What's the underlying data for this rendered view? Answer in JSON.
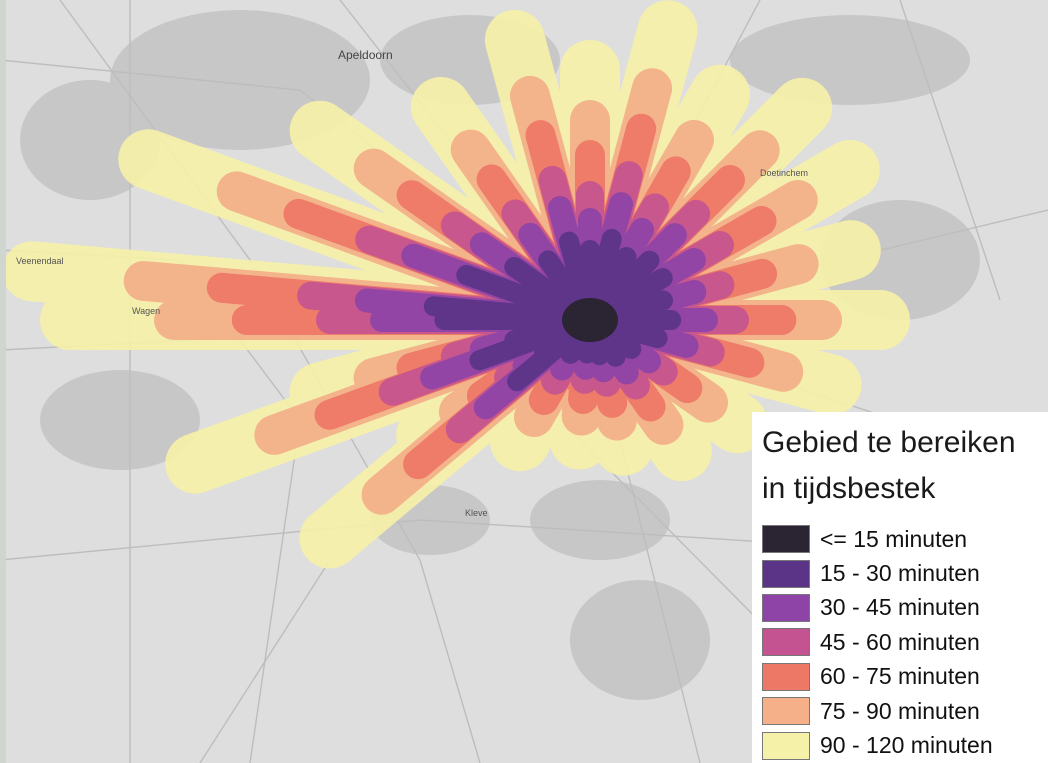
{
  "legend": {
    "title_line1": "Gebied te bereiken",
    "title_line2": "in tijdsbestek",
    "classes": [
      {
        "label": "<= 15 minuten",
        "color": "#2b2433"
      },
      {
        "label": "15 - 30 minuten",
        "color": "#5b3487"
      },
      {
        "label": "30 - 45 minuten",
        "color": "#8e44a6"
      },
      {
        "label": "45 - 60 minuten",
        "color": "#c45491"
      },
      {
        "label": "60 - 75 minuten",
        "color": "#ee7866"
      },
      {
        "label": "75 - 90 minuten",
        "color": "#f5b089"
      },
      {
        "label": "90 - 120 minuten",
        "color": "#f6f1a8"
      }
    ]
  },
  "places": {
    "apeldoorn": "Apeldoorn",
    "veenendaal": "Veenendaal",
    "wageningen": "Wagen",
    "kleve": "Kleve",
    "doetinchem": "Doetinchem"
  },
  "colors": {
    "basemap": "#dcdcdc",
    "road": "#b9b9b9",
    "city": "#bdbdbd"
  }
}
